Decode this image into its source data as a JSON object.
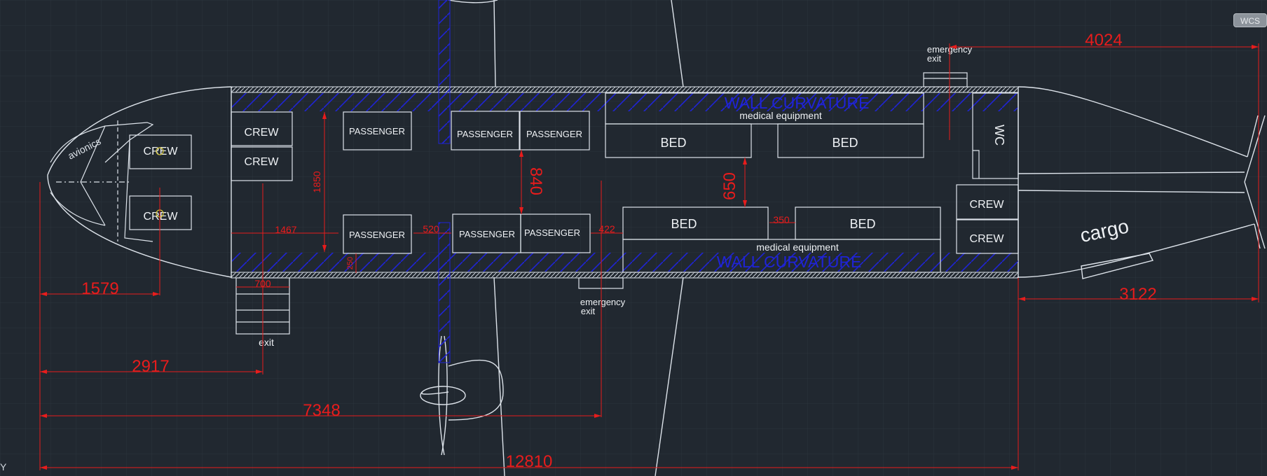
{
  "viewport": {
    "wcs_badge": "WCS",
    "axis_label": "Y"
  },
  "colors": {
    "background": "#212830",
    "line": "#dde3ea",
    "dimension": "#e81c1c",
    "hatch": "#1f23d6",
    "badge": "#8c939b"
  },
  "labels": {
    "avionics": "avionics",
    "crew": "CREW",
    "passenger": "PASSENGER",
    "bed": "BED",
    "wc": "WC",
    "cargo": "cargo",
    "medical_equipment": "medical equipment",
    "wall_curvature": "WALL CURVATURE",
    "emergency": "emergency",
    "exit": "exit"
  },
  "dimensions": {
    "d12810": "12810",
    "d7348": "7348",
    "d2917": "2917",
    "d1579": "1579",
    "d4024": "4024",
    "d3122": "3122",
    "d1467": "1467",
    "d1850": "1850",
    "d840": "840",
    "d650": "650",
    "d520": "520",
    "d422": "422",
    "d350": "350",
    "d700": "700",
    "d250": "250"
  }
}
